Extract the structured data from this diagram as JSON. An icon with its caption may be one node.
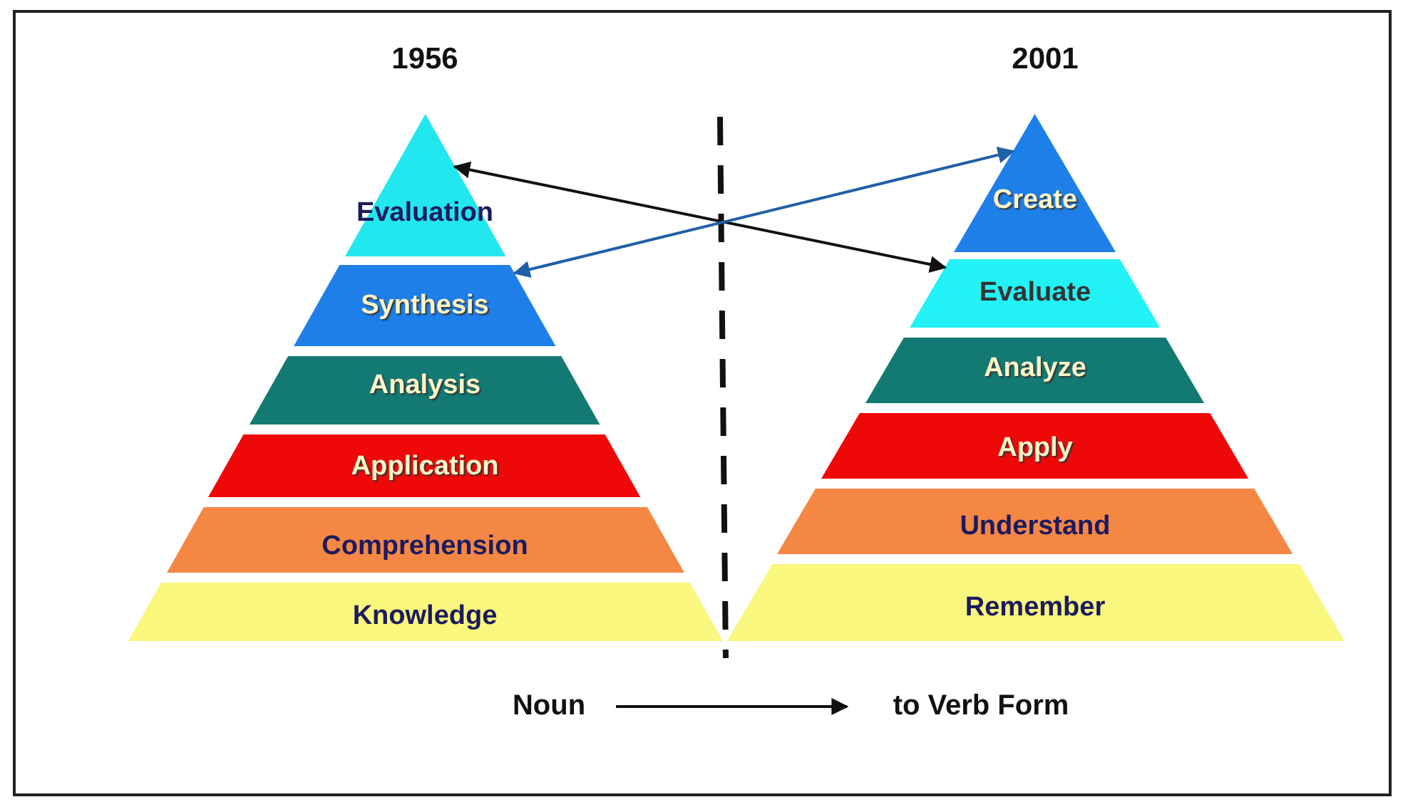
{
  "diagram": {
    "nodes": [
      {
        "text": [
          "Evaluation"
        ]
      },
      {
        "text": [
          "Synthesis"
        ]
      },
      {
        "text": [
          "Analysis"
        ]
      },
      {
        "text": [
          "Application"
        ]
      },
      {
        "text": [
          "Comprehension"
        ]
      },
      {
        "text": [
          "Knowledge"
        ]
      },
      {
        "text": [
          "Create"
        ]
      },
      {
        "text": [
          "Evaluate"
        ]
      },
      {
        "text": [
          "Analyze"
        ]
      },
      {
        "text": [
          "Apply"
        ]
      },
      {
        "text": [
          "Understand"
        ]
      },
      {
        "text": [
          "Remember"
        ]
      },
      {
        "text": [
          "Noun"
        ]
      },
      {
        "text": [
          "to Verb Form"
        ]
      }
    ],
    "edges": [
      {
        "from": 0,
        "to": 7,
        "arrow": "both",
        "color": "#111111"
      },
      {
        "from": 1,
        "to": 6,
        "arrow": "both",
        "color": "#1f5fa8"
      },
      {
        "from": 12,
        "to": 13,
        "arrow": "to",
        "color": "#111111"
      }
    ],
    "labels": [
      "1956",
      "2001"
    ]
  }
}
